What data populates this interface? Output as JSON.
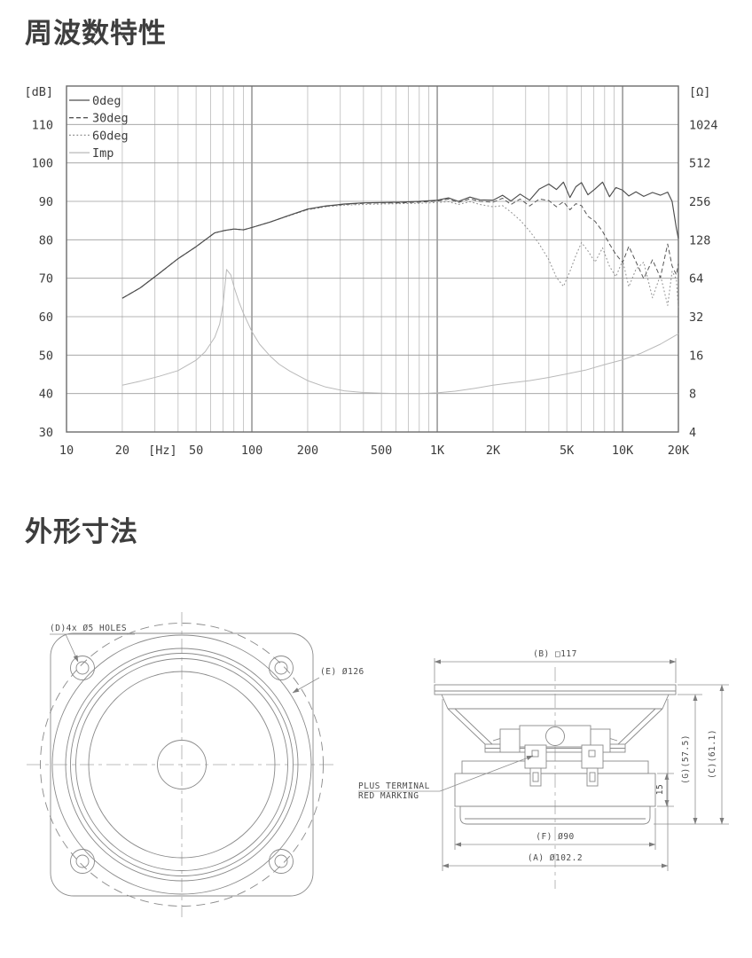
{
  "sections": {
    "frequency": {
      "title": "周波数特性"
    },
    "dimensions": {
      "title": "外形寸法"
    }
  },
  "chart_data": {
    "type": "line",
    "title": "周波数特性 (Frequency response / impedance)",
    "x_axis": {
      "label": "[Hz]",
      "scale": "log",
      "min": 10,
      "max": 20000,
      "tick_values": [
        10,
        20,
        33,
        50,
        100,
        200,
        500,
        1000,
        2000,
        5000,
        10000,
        20000
      ],
      "tick_labels": [
        "10",
        "20",
        "[Hz]",
        "50",
        "100",
        "200",
        "500",
        "1K",
        "2K",
        "5K",
        "10K",
        "20K"
      ]
    },
    "y_axis_left": {
      "label": "[dB]",
      "min": 30,
      "max": 120,
      "ticks": [
        110,
        100,
        90,
        80,
        70,
        60,
        50,
        40,
        30
      ]
    },
    "y_axis_right": {
      "label": "[Ω]",
      "scale": "log2",
      "unit": "ohm",
      "ticks": [
        1024,
        512,
        256,
        128,
        64,
        32,
        16,
        8,
        4
      ]
    },
    "grid": true,
    "legend_position": "top-left",
    "series": [
      {
        "name": "0deg",
        "style": "solid",
        "color": "#4d4d4d",
        "width": 1.15,
        "unit": "dB",
        "f": [
          20,
          25,
          31.5,
          40,
          50,
          63,
          71,
          80,
          90,
          100,
          125,
          160,
          200,
          250,
          315,
          400,
          500,
          630,
          800,
          1000,
          1150,
          1300,
          1500,
          1700,
          2000,
          2250,
          2500,
          2800,
          3150,
          3550,
          4000,
          4400,
          4800,
          5200,
          5600,
          6000,
          6500,
          7100,
          7800,
          8500,
          9200,
          10000,
          10800,
          11800,
          13000,
          14500,
          16000,
          17500,
          18500,
          19500,
          20000
        ],
        "v": [
          64.8,
          67.5,
          71.2,
          75.1,
          78.2,
          81.8,
          82.4,
          82.8,
          82.6,
          83.2,
          84.6,
          86.4,
          88,
          88.8,
          89.3,
          89.6,
          89.7,
          89.8,
          90,
          90.3,
          90.9,
          90,
          91.1,
          90.4,
          90.3,
          91.6,
          90.1,
          91.9,
          90.3,
          93.2,
          94.5,
          93.1,
          95,
          91,
          93.8,
          94.9,
          91.7,
          93.2,
          95,
          91.2,
          93.6,
          92.9,
          91.4,
          92.5,
          91.3,
          92.3,
          91.6,
          92.4,
          90,
          83,
          80.3
        ]
      },
      {
        "name": "30deg",
        "style": "dashed",
        "color": "#565656",
        "width": 1,
        "unit": "dB",
        "f": [
          20,
          25,
          31.5,
          40,
          50,
          63,
          71,
          80,
          90,
          100,
          125,
          160,
          200,
          250,
          315,
          400,
          500,
          630,
          800,
          1000,
          1150,
          1300,
          1500,
          1700,
          2000,
          2250,
          2500,
          2800,
          3150,
          3550,
          4000,
          4400,
          4800,
          5200,
          5600,
          6000,
          6500,
          7100,
          7800,
          8500,
          9200,
          10000,
          10800,
          11800,
          13000,
          14500,
          16000,
          17500,
          18500,
          19500,
          20000
        ],
        "v": [
          64.8,
          67.5,
          71.2,
          75.1,
          78.2,
          81.8,
          82.4,
          82.8,
          82.6,
          83.2,
          84.6,
          86.4,
          87.9,
          88.7,
          89.2,
          89.5,
          89.6,
          89.6,
          89.8,
          90.1,
          90.6,
          89.7,
          90.7,
          90,
          89.8,
          90.8,
          89.2,
          90.6,
          88.8,
          90.6,
          90.2,
          88.6,
          89.9,
          87.8,
          89.4,
          88.9,
          86.1,
          84.8,
          82.2,
          78.9,
          76.2,
          74.1,
          78.3,
          74.3,
          69.9,
          74.8,
          70.2,
          78.9,
          73.2,
          70.9,
          73.8
        ]
      },
      {
        "name": "60deg",
        "style": "dotted",
        "color": "#8e8e8e",
        "width": 1,
        "unit": "dB",
        "f": [
          20,
          25,
          31.5,
          40,
          50,
          63,
          71,
          80,
          90,
          100,
          125,
          160,
          200,
          250,
          315,
          400,
          500,
          630,
          800,
          1000,
          1150,
          1300,
          1500,
          1700,
          2000,
          2250,
          2500,
          2800,
          3150,
          3550,
          4000,
          4400,
          4800,
          5200,
          5600,
          6000,
          6500,
          7100,
          7800,
          8500,
          9200,
          10000,
          10800,
          11800,
          13000,
          14500,
          16000,
          17500,
          18500,
          19500,
          20000
        ],
        "v": [
          64.8,
          67.5,
          71.2,
          75.1,
          78.2,
          81.8,
          82.4,
          82.8,
          82.6,
          83.2,
          84.6,
          86.3,
          87.8,
          88.6,
          89,
          89.2,
          89.3,
          89.4,
          89.5,
          89.7,
          89.9,
          89.2,
          89.9,
          89.2,
          88.6,
          88.9,
          87.2,
          85.1,
          82.3,
          78.9,
          74.8,
          70.2,
          67.9,
          71.8,
          75.9,
          79.3,
          77.1,
          74.2,
          77.9,
          73.1,
          70.4,
          74.6,
          67.8,
          72.3,
          74.2,
          64.9,
          70.8,
          62.9,
          71.8,
          69.8,
          61.9
        ]
      },
      {
        "name": "Imp",
        "style": "solid",
        "color": "#b9b9b9",
        "width": 1,
        "unit": "ohm",
        "f": [
          20,
          25,
          31.5,
          40,
          50,
          56,
          63,
          67,
          70,
          73,
          77,
          80,
          85,
          90,
          100,
          110,
          125,
          140,
          160,
          200,
          250,
          315,
          400,
          500,
          630,
          800,
          1000,
          1250,
          1600,
          2000,
          2500,
          3150,
          4000,
          5000,
          6300,
          8000,
          10000,
          12500,
          16000,
          20000
        ],
        "v": [
          9.3,
          10,
          10.9,
          12.1,
          14.6,
          17,
          22,
          28,
          40,
          75,
          68,
          55,
          42,
          34,
          24.5,
          19.5,
          15.8,
          13.6,
          12,
          10.1,
          9,
          8.4,
          8.15,
          8.05,
          8,
          8,
          8.1,
          8.35,
          8.8,
          9.3,
          9.7,
          10.1,
          10.7,
          11.4,
          12.2,
          13.5,
          14.7,
          16.5,
          19.5,
          23.5
        ]
      }
    ]
  },
  "drawing": {
    "labels": {
      "holes": "(D)4x Ø5 HOLES",
      "e_dia": "(E) Ø126",
      "b_dim": "(B) □117",
      "g_dim": "(G)(57.5)",
      "c_dim": "(C)(61.1)",
      "magnet_h": "15",
      "terminal_line1": "PLUS TERMINAL",
      "terminal_line2": "RED MARKING",
      "f_dim": "(F) Ø90",
      "a_dim": "(A) Ø102.2"
    }
  }
}
